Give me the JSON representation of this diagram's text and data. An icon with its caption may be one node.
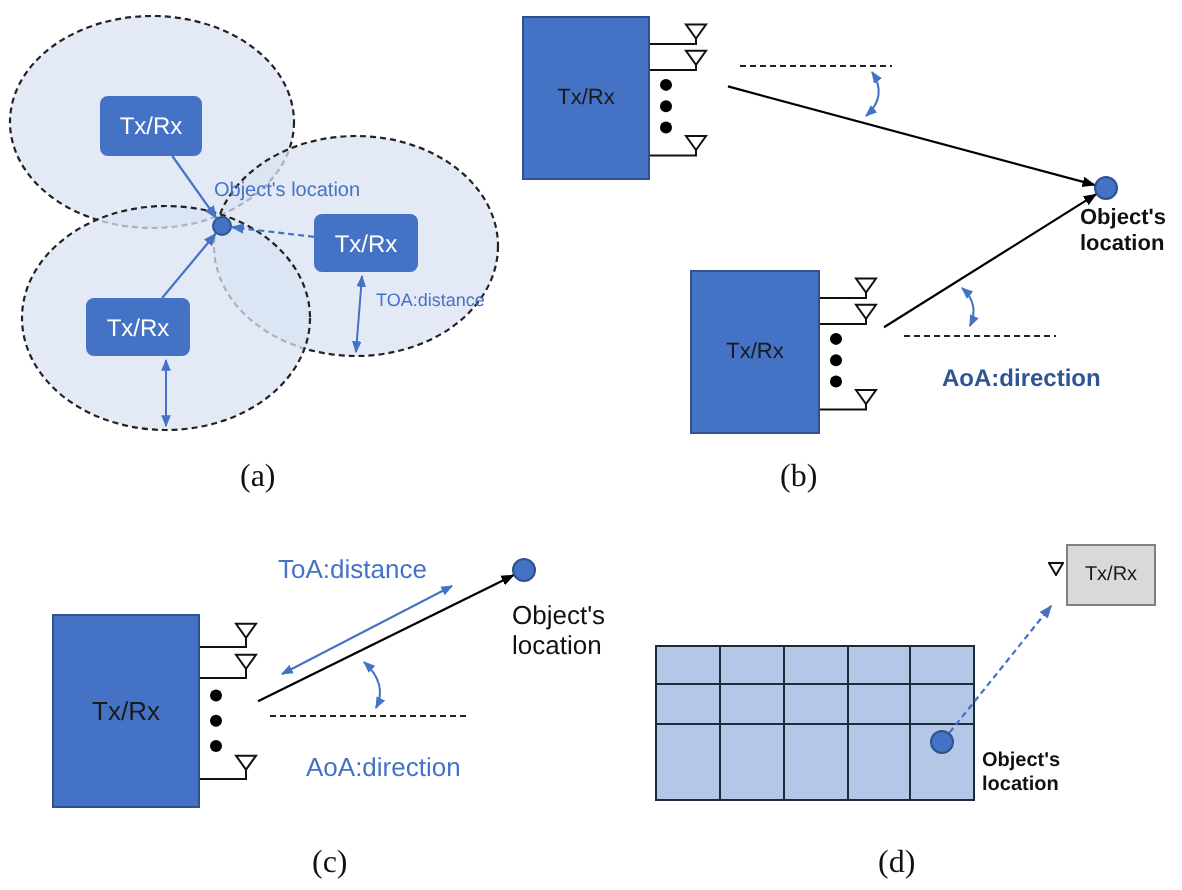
{
  "diagram": {
    "nodes": [
      {
        "text": [
          "Tx/Rx"
        ]
      },
      {
        "text": [
          "Tx/Rx"
        ]
      },
      {
        "text": [
          "Tx/Rx"
        ]
      },
      {
        "text": [],
        "shape": "circle",
        "beside": [
          "Object's location"
        ]
      },
      {
        "text": [
          "Tx/Rx"
        ]
      },
      {
        "text": [
          "Tx/Rx"
        ]
      },
      {
        "text": [],
        "shape": "circle",
        "beside": [
          "Object's location"
        ]
      },
      {
        "text": [
          "Tx/Rx"
        ]
      },
      {
        "text": [],
        "shape": "circle",
        "beside": [
          "Object's location"
        ]
      },
      {
        "text": [
          "Tx/Rx"
        ]
      },
      {
        "text": [],
        "shape": "circle",
        "beside": [
          "Object's location"
        ]
      }
    ],
    "edges": [
      {
        "from": 0,
        "to": 3,
        "arrow": "to",
        "color": "#4472c4"
      },
      {
        "from": 1,
        "to": 3,
        "arrow": "to",
        "style": "dashed",
        "color": "#4472c4"
      },
      {
        "from": 2,
        "to": 3,
        "arrow": "to",
        "color": "#4472c4"
      },
      {
        "from": 4,
        "to": 6,
        "arrow": "to",
        "color": "#000000"
      },
      {
        "from": 5,
        "to": 6,
        "arrow": "to",
        "color": "#000000"
      },
      {
        "from": 7,
        "to": 8,
        "arrow": "to",
        "color": "#000000"
      },
      {
        "from": 10,
        "to": 9,
        "arrow": "to",
        "style": "dashed",
        "color": "#4472c4"
      }
    ],
    "labels": [
      "TOA:distance",
      "AoA:direction",
      "(a)",
      "(b)",
      "ToA:distance",
      "AoA:direction",
      "(c)",
      "(d)"
    ]
  }
}
